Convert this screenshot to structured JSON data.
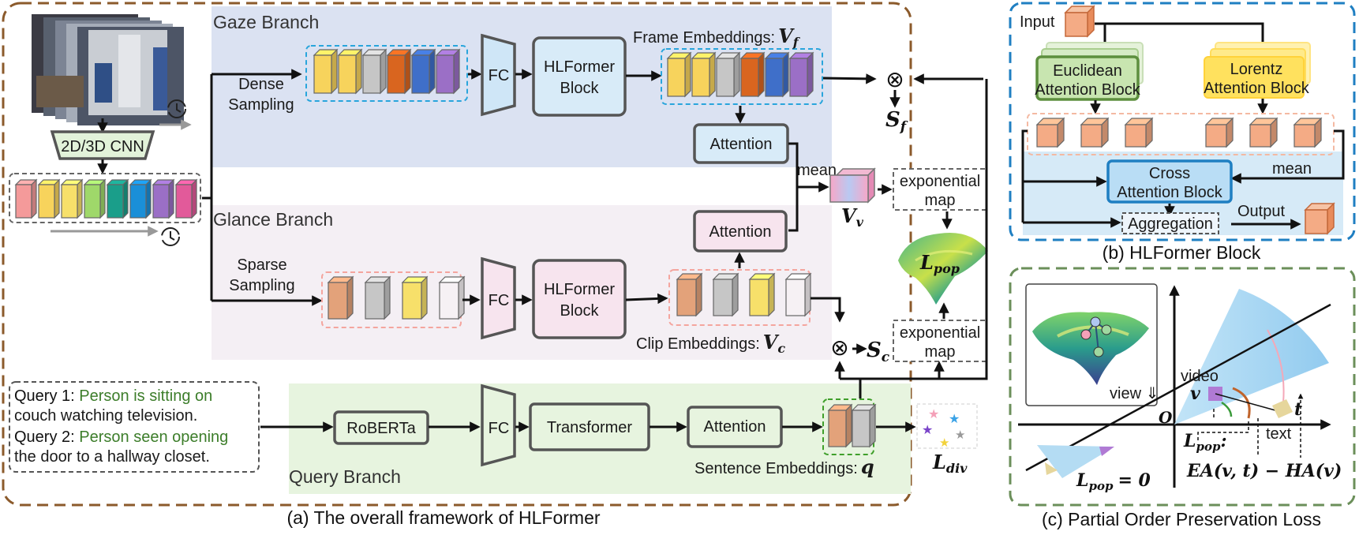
{
  "panel_a": {
    "caption": "(a) The overall framework of HLFormer",
    "gaze": {
      "title": "Gaze Branch",
      "sampling": [
        "Dense",
        "Sampling"
      ],
      "fc": "FC",
      "block": [
        "HLFormer",
        "Block"
      ],
      "embed_label": "Frame Embeddings:",
      "embed_sym": "V",
      "embed_sub": "f",
      "attention": "Attention",
      "score_sym": "S",
      "score_sub": "f",
      "frame_colors": [
        "#f7d35c",
        "#f7d35c",
        "#c6c6c6",
        "#d9651f",
        "#3f6fc9",
        "#9b6fc6"
      ]
    },
    "glance": {
      "title": "Glance Branch",
      "sampling": [
        "Sparse",
        "Sampling"
      ],
      "fc": "FC",
      "block": [
        "HLFormer",
        "Block"
      ],
      "embed_label": "Clip Embeddings:",
      "embed_sym": "V",
      "embed_sub": "c",
      "attention": "Attention",
      "score_sym": "S",
      "score_sub": "c",
      "clip_colors": [
        "#e3a27a",
        "#c6c6c6",
        "#f7e06a",
        "#f6f1f4"
      ]
    },
    "query": {
      "title": "Query Branch",
      "q1_prefix": "Query 1: ",
      "q1_text": [
        "Person is sitting on",
        "couch watching television."
      ],
      "q2_prefix": "Query 2: ",
      "q2_text": [
        "Person seen opening",
        "the door to a hallway closet."
      ],
      "roberta": "RoBERTa",
      "fc": "FC",
      "transformer": "Transformer",
      "attention": "Attention",
      "embed_label": "Sentence Embeddings:",
      "embed_sym": "q",
      "div_sym": "L",
      "div_sub": "div"
    },
    "cnn": "2D/3D CNN",
    "feature_colors": [
      "#f49a9a",
      "#f7d35c",
      "#f7e06a",
      "#9fd86a",
      "#1a9e8a",
      "#1a8fd8",
      "#9b6fc6",
      "#e25a9a"
    ],
    "mean": "mean",
    "vv_sym": "V",
    "vv_sub": "v",
    "exp_map_top": [
      "exponential",
      "map"
    ],
    "exp_map_bottom": [
      "exponential",
      "map"
    ],
    "pop_sym": "L",
    "pop_sub": "pop",
    "otimes": "⊗"
  },
  "panel_b": {
    "caption": "(b) HLFormer Block",
    "input": "Input",
    "euclid": [
      "Euclidean",
      "Attention Block"
    ],
    "lorentz": [
      "Lorentz",
      "Attention Block"
    ],
    "cross": [
      "Cross",
      "Attention Block"
    ],
    "mean": "mean",
    "aggregation": "Aggregation",
    "output": "Output"
  },
  "panel_c": {
    "caption": "(c) Partial Order Preservation Loss",
    "view": "view ⇓",
    "video": "video",
    "v_sym": "v",
    "t_sym": "t",
    "text": "text",
    "origin": "O",
    "lpop": "L",
    "lpop_sub": "pop",
    "lpop_colon": ":",
    "formula": "EA(v, t) − HA(v)",
    "lpop_zero": "= 0"
  }
}
